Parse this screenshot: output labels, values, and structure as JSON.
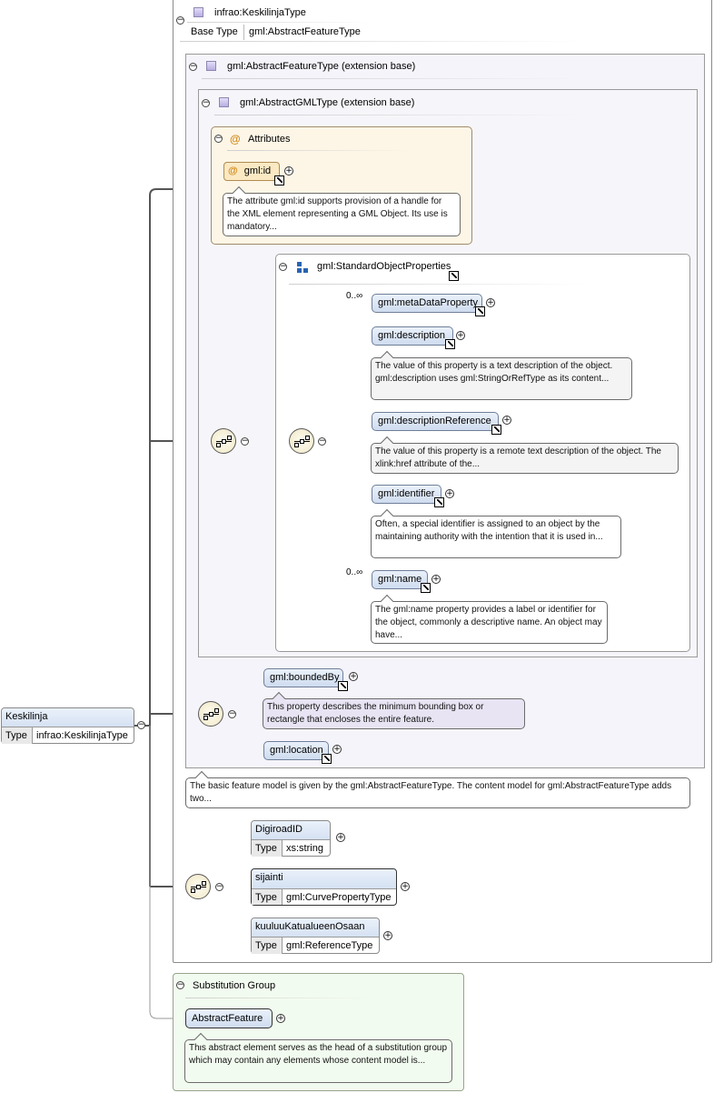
{
  "root_element": {
    "name": "Keskilinja",
    "type_label": "Type",
    "type_value": "infrao:KeskilinjaType"
  },
  "complex_type": {
    "name": "infrao:KeskilinjaType",
    "base_type_label": "Base Type",
    "base_type_value": "gml:AbstractFeatureType"
  },
  "extension1": {
    "label": "gml:AbstractFeatureType (extension base)"
  },
  "extension2": {
    "label": "gml:AbstractGMLType (extension base)"
  },
  "attributes": {
    "label": "Attributes",
    "id_name": "gml:id",
    "id_doc": "The attribute gml:id supports provision of a handle for the XML element representing a GML Object. Its use is mandatory..."
  },
  "group": {
    "name": "gml:StandardObjectProperties",
    "items": [
      {
        "name": "gml:metaDataProperty",
        "cardinality": "0..∞",
        "doc": ""
      },
      {
        "name": "gml:description",
        "cardinality": "",
        "doc": "The value of this property is a text description of the object. gml:description uses gml:StringOrRefType as its content..."
      },
      {
        "name": "gml:descriptionReference",
        "cardinality": "",
        "doc": "The value of this property is a remote text description of the object. The xlink:href attribute of the..."
      },
      {
        "name": "gml:identifier",
        "cardinality": "",
        "doc": "Often, a special identifier is assigned to an object by the maintaining authority with the intention that it is used in..."
      },
      {
        "name": "gml:name",
        "cardinality": "0..∞",
        "doc": "The gml:name property provides a label or identifier for the object, commonly a descriptive name. An object may have..."
      }
    ]
  },
  "feature_seq": {
    "bounded_by": "gml:boundedBy",
    "bounded_doc": "This property describes the minimum bounding box or rectangle that encloses the entire feature.",
    "location": "gml:location"
  },
  "feature_doc": "The basic feature model is given by the gml:AbstractFeatureType. The content model for gml:AbstractFeatureType adds two...",
  "local_elements": [
    {
      "name": "DigiroadID",
      "type_label": "Type",
      "type_value": "xs:string"
    },
    {
      "name": "sijainti",
      "type_label": "Type",
      "type_value": "gml:CurvePropertyType"
    },
    {
      "name": "kuuluuKatualueenOsaan",
      "type_label": "Type",
      "type_value": "gml:ReferenceType"
    }
  ],
  "substitution": {
    "label": "Substitution Group",
    "head": "AbstractFeature",
    "doc": "This abstract element serves as the head of a substitution group which may contain any elements whose content model is..."
  },
  "icons": {
    "minus": "−",
    "plus": "+",
    "attribute": "@"
  }
}
